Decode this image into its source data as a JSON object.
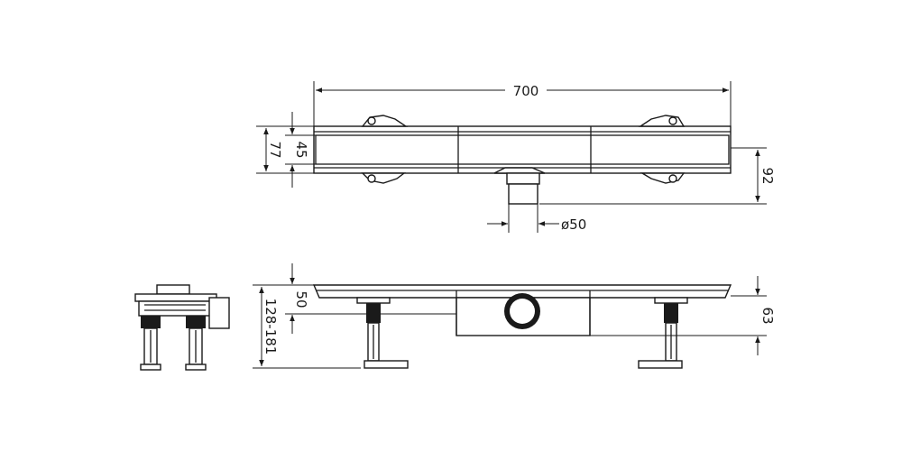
{
  "dimensions": {
    "length": "700",
    "height_total": "77",
    "height_inner": "45",
    "outlet_depth": "92",
    "outlet_diameter": "ø50",
    "side_height_range": "128-181",
    "side_top": "50",
    "front_depth": "63"
  },
  "colors": {
    "line": "#1a1a1a",
    "background": "#ffffff"
  }
}
